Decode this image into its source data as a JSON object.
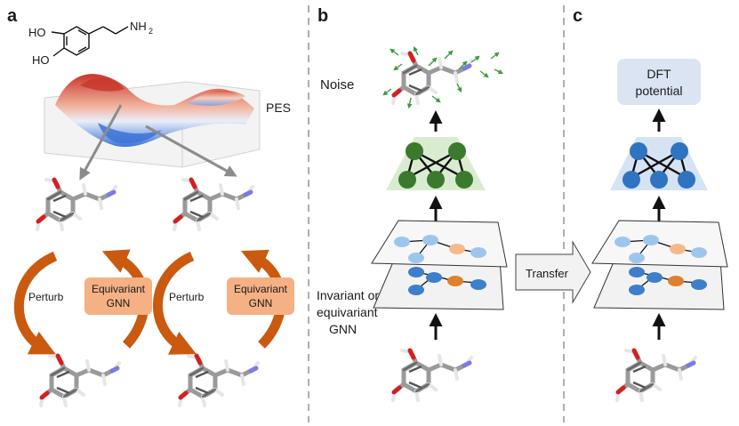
{
  "panels": {
    "a": {
      "letter": "a"
    },
    "b": {
      "letter": "b"
    },
    "c": {
      "letter": "c"
    }
  },
  "molecule_formula": {
    "ho_top": "HO",
    "ho_bottom": "HO",
    "nh": "NH",
    "sub2": "2"
  },
  "labels": {
    "pes": "PES",
    "perturb_left": "Perturb",
    "perturb_right": "Perturb",
    "equivariant_gnn_left": [
      "Equivariant",
      "GNN"
    ],
    "equivariant_gnn_right": [
      "Equivariant",
      "GNN"
    ],
    "noise": "Noise",
    "gnn_caption": [
      "Invariant or",
      "equivariant",
      "GNN"
    ],
    "transfer": "Transfer",
    "dft_potential": [
      "DFT",
      "potential"
    ]
  },
  "colors": {
    "orange_arrow": "#c95a10",
    "gnn_box": "#f5b184",
    "green_node": "#3b7a2e",
    "green_panel": "#d9ecd0",
    "blue_node": "#2f74c0",
    "blue_panel": "#d6e3f5",
    "dft_box": "#dbe4f3",
    "node_light_blue": "#9ec6ec",
    "node_dark_blue": "#3d7fcb",
    "node_light_orange": "#f6b98c",
    "node_dark_orange": "#e07f2c",
    "atom_oxygen": "#d42020",
    "atom_nitrogen": "#7b7be0",
    "bond_gray": "#9a9a9a",
    "noise_vector": "#3c9a3c"
  },
  "icons": [
    "noise-vector-icon",
    "right-arrow-icon"
  ]
}
